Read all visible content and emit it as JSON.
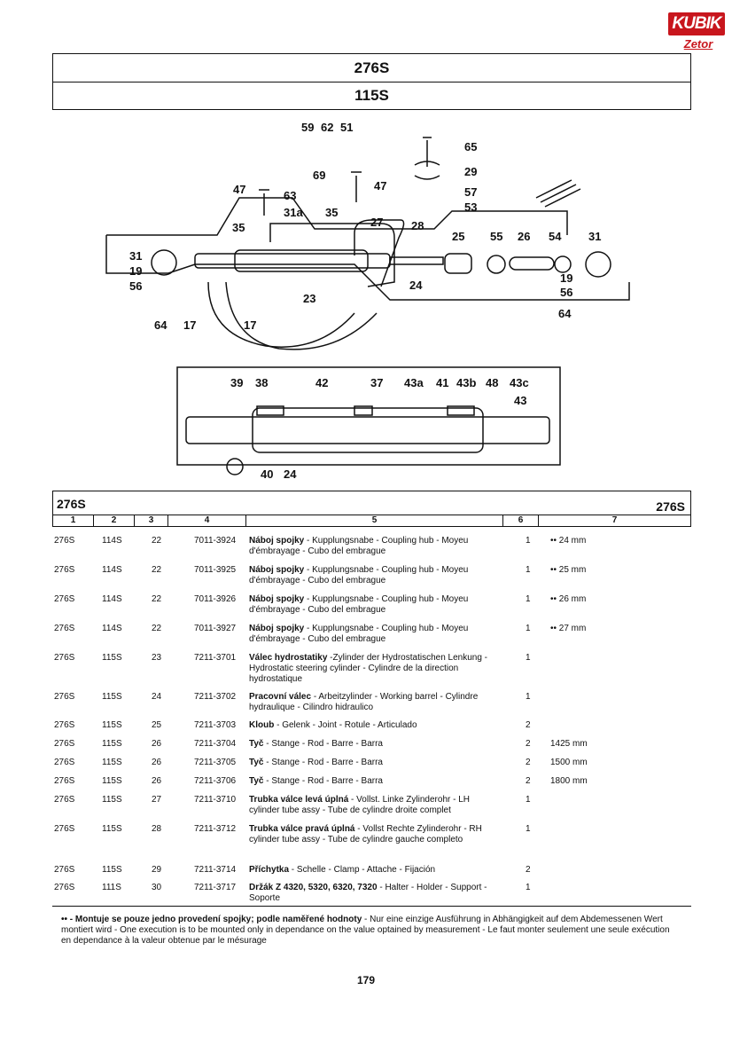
{
  "brand": {
    "name": "KUBIK",
    "sub": "Zetor",
    "color": "#c8161d"
  },
  "header": {
    "line1": "276S",
    "line2": "115S"
  },
  "diagram": {
    "labels": [
      "59",
      "62",
      "51",
      "65",
      "69",
      "29",
      "47",
      "47",
      "57",
      "63",
      "31a",
      "35",
      "27",
      "53",
      "35",
      "28",
      "25",
      "55",
      "26",
      "54",
      "31",
      "31",
      "19",
      "56",
      "24",
      "19",
      "23",
      "56",
      "64",
      "64",
      "17",
      "17",
      "39",
      "38",
      "42",
      "37",
      "43a",
      "41",
      "43b",
      "48",
      "43c",
      "43",
      "40",
      "24"
    ]
  },
  "table": {
    "model_left": "276S",
    "model_right": "276S",
    "columns": [
      "1",
      "2",
      "3",
      "4",
      "5",
      "6",
      "7"
    ],
    "rows": [
      {
        "c1": "276S",
        "c2": "114S",
        "c3": "22",
        "c4": "7011-3924",
        "name": "Náboj spojky",
        "desc": " - Kupplungsnabe - Coupling hub - Moyeu d'émbrayage - Cubo del embrague",
        "qty": "1",
        "note": "•• 24 mm"
      },
      {
        "c1": "276S",
        "c2": "114S",
        "c3": "22",
        "c4": "7011-3925",
        "name": "Náboj spojky",
        "desc": " - Kupplungsnabe - Coupling hub - Moyeu d'émbrayage - Cubo del embrague",
        "qty": "1",
        "note": "•• 25 mm"
      },
      {
        "c1": "276S",
        "c2": "114S",
        "c3": "22",
        "c4": "7011-3926",
        "name": "Náboj spojky",
        "desc": " - Kupplungsnabe - Coupling hub - Moyeu d'émbrayage - Cubo del embrague",
        "qty": "1",
        "note": "•• 26 mm"
      },
      {
        "c1": "276S",
        "c2": "114S",
        "c3": "22",
        "c4": "7011-3927",
        "name": "Náboj spojky",
        "desc": " - Kupplungsnabe - Coupling hub - Moyeu d'émbrayage - Cubo del embrague",
        "qty": "1",
        "note": "•• 27 mm"
      },
      {
        "c1": "276S",
        "c2": "115S",
        "c3": "23",
        "c4": "7211-3701",
        "name": "Válec hydrostatiky",
        "desc": " -Zylinder der Hydrostatischen Lenkung - Hydrostatic steering cylinder - Cylindre de la direction hydrostatique",
        "qty": "1",
        "note": ""
      },
      {
        "c1": "276S",
        "c2": "115S",
        "c3": "24",
        "c4": "7211-3702",
        "name": "Pracovní válec",
        "desc": " - Arbeitzylinder - Working barrel - Cylindre hydraulique - Cilindro hidraulico",
        "qty": "1",
        "note": ""
      },
      {
        "c1": "276S",
        "c2": "115S",
        "c3": "25",
        "c4": "7211-3703",
        "name": "Kloub",
        "desc": " - Gelenk - Joint - Rotule - Articulado",
        "qty": "2",
        "note": ""
      },
      {
        "c1": "276S",
        "c2": "115S",
        "c3": "26",
        "c4": "7211-3704",
        "name": "Tyč",
        "desc": " - Stange - Rod - Barre - Barra",
        "qty": "2",
        "note": "1425 mm"
      },
      {
        "c1": "276S",
        "c2": "115S",
        "c3": "26",
        "c4": "7211-3705",
        "name": "Tyč",
        "desc": " - Stange - Rod - Barre - Barra",
        "qty": "2",
        "note": "1500 mm"
      },
      {
        "c1": "276S",
        "c2": "115S",
        "c3": "26",
        "c4": "7211-3706",
        "name": "Tyč",
        "desc": " - Stange - Rod - Barre - Barra",
        "qty": "2",
        "note": "1800 mm"
      },
      {
        "c1": "276S",
        "c2": "115S",
        "c3": "27",
        "c4": "7211-3710",
        "name": "Trubka válce levá úplná",
        "desc": " - Vollst. Linke Zylinderohr - LH cylinder tube assy - Tube de cylindre droite complet",
        "qty": "1",
        "note": ""
      },
      {
        "c1": "276S",
        "c2": "115S",
        "c3": "28",
        "c4": "7211-3712",
        "name": "Trubka válce pravá úplná",
        "desc": " - Vollst Rechte Zylinderohr - RH cylinder tube assy - Tube de cylindre gauche completo",
        "qty": "1",
        "note": ""
      },
      {
        "c1": "276S",
        "c2": "115S",
        "c3": "29",
        "c4": "7211-3714",
        "name": "Příchytka",
        "desc": " - Schelle - Clamp - Attache - Fijación",
        "qty": "2",
        "note": ""
      },
      {
        "c1": "276S",
        "c2": "111S",
        "c3": "30",
        "c4": "7211-3717",
        "name": "Držák Z 4320, 5320, 6320, 7320",
        "desc": " - Halter - Holder - Support - Soporte",
        "qty": "1",
        "note": ""
      }
    ]
  },
  "footnote": {
    "prefix": "•• - Montuje se pouze jedno provedení spojky; podle naměřené hodnoty",
    "text": " - Nur eine einzige Ausführung in Abhängigkeit auf dem Abdemessenen Wert montiert wird - One execution is to be mounted only in dependance on the value optained by measurement - Le faut monter seulement une seule exécution en dependance à la valeur obtenue par le mésurage"
  },
  "page_number": "179"
}
